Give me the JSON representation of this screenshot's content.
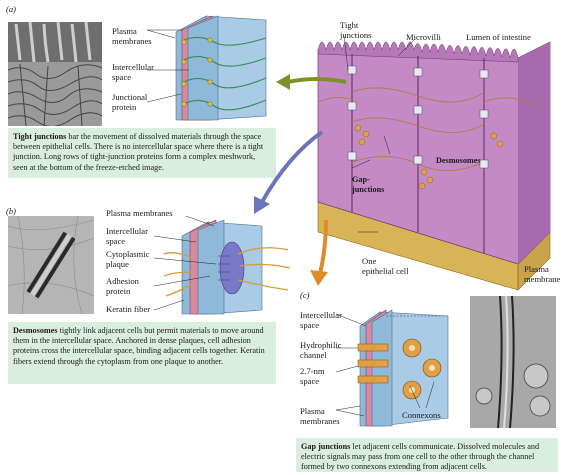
{
  "panel_a": {
    "letter": "(a)",
    "labels": {
      "plasma_membranes": "Plasma\nmembranes",
      "intercellular_space": "Intercellular\nspace",
      "junctional_protein": "Junctional\nprotein"
    },
    "caption_bold": "Tight junctions",
    "caption_rest": " bar the movement of dissolved materials through the space between epithelial cells. There is no intercellular space where there is a tight junction. Long rows of tight-junction proteins form a complex meshwork, seen at the bottom of the freeze-etched image."
  },
  "overview": {
    "labels": {
      "tight_junctions": "Tight\njunctions",
      "microvilli": "Microvilli",
      "lumen": "Lumen of intestine",
      "desmosomes": "Desmosomes",
      "gap_junctions": "Gap-\njunctions",
      "one_cell": "One\nepithelial cell",
      "plasma_membrane": "Plasma\nmembrane"
    }
  },
  "panel_b": {
    "letter": "(b)",
    "labels": {
      "plasma_membranes": "Plasma membranes",
      "intercellular_space": "Intercellular\nspace",
      "cytoplasmic_plaque": "Cytoplasmic\nplaque",
      "adhesion_protein": "Adhesion\nprotein",
      "keratin_fiber": "Keratin fiber"
    },
    "caption_bold": "Desmosomes",
    "caption_rest": " tightly link adjacent cells but permit materials to move around them in the intercellular space. Anchored in dense plaques, cell adhesion proteins cross the intercellular space, binding adjacent cells together. Keratin fibers extend through the cytoplasm from one plaque to another."
  },
  "panel_c": {
    "letter": "(c)",
    "labels": {
      "intercellular_space": "Intercellular\nspace",
      "hydrophilic_channel": "Hydrophilic\nchannel",
      "space_2_7nm": "2.7-nm\nspace",
      "plasma_membranes": "Plasma\nmembranes",
      "connexons": "Connexons"
    },
    "caption_bold": "Gap junctions",
    "caption_rest": " let adjacent cells communicate. Dissolved molecules and electric signals may pass from one cell to the other through the channel formed by two connexons extending from adjacent cells."
  },
  "colors": {
    "caption_bg": "#d9eedf",
    "membrane_blue": "#8fb9d9",
    "membrane_pink": "#d58aa0",
    "cell_purple": "#b07ab8",
    "arrow_green": "#7f8f2a",
    "arrow_blue": "#6b74b8",
    "arrow_orange": "#e08a2a",
    "connexon_orange": "#e0a04a"
  }
}
